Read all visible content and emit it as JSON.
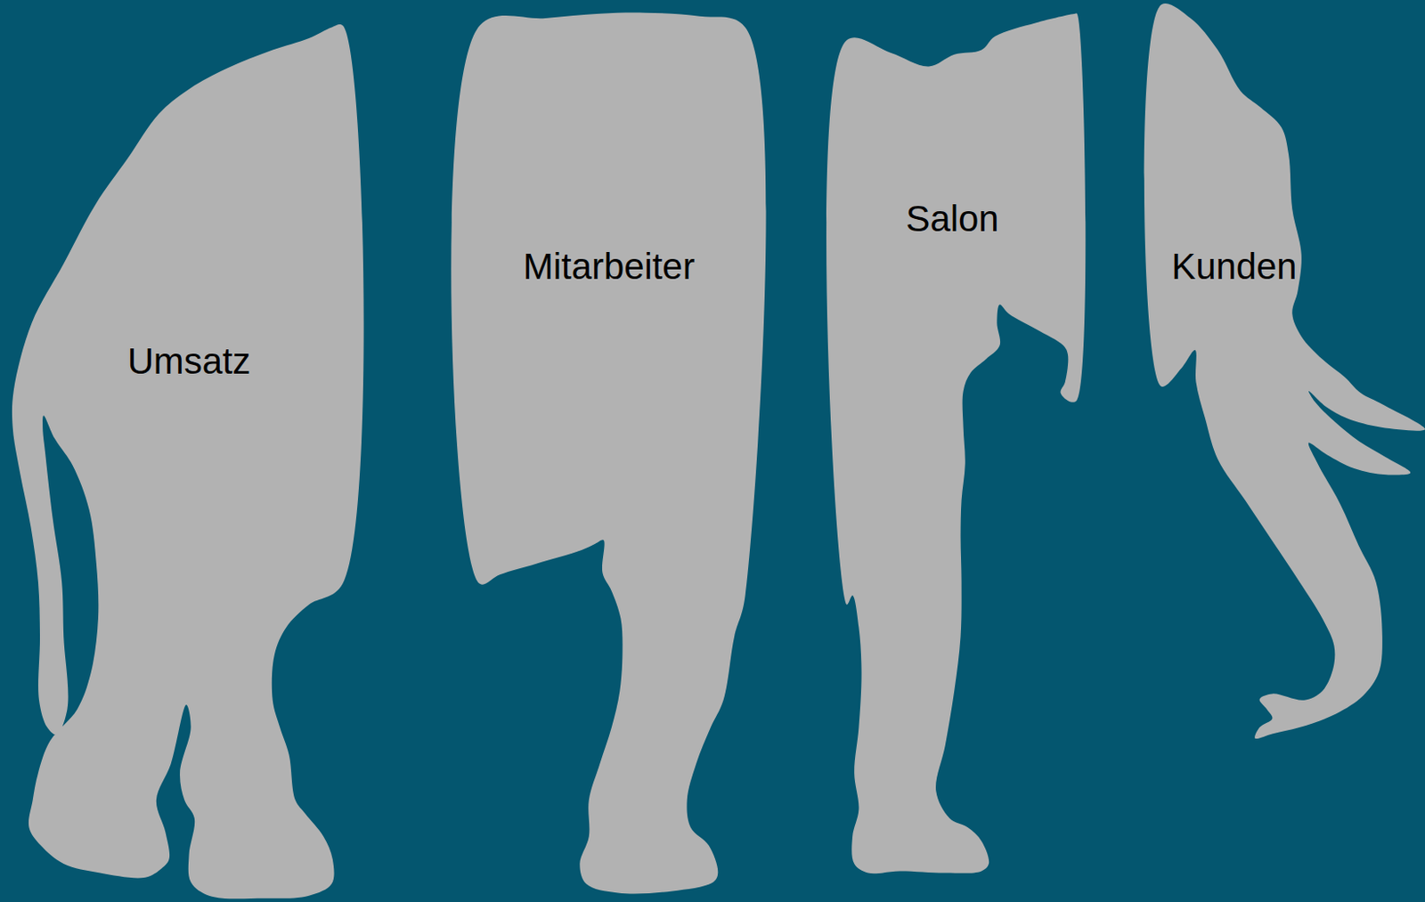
{
  "diagram": {
    "nodes": [
      {
        "text": [
          "Umsatz"
        ]
      },
      {
        "text": [
          "Mitarbeiter"
        ]
      },
      {
        "text": [
          "Salon"
        ]
      },
      {
        "text": [
          "Kunden"
        ]
      }
    ]
  }
}
